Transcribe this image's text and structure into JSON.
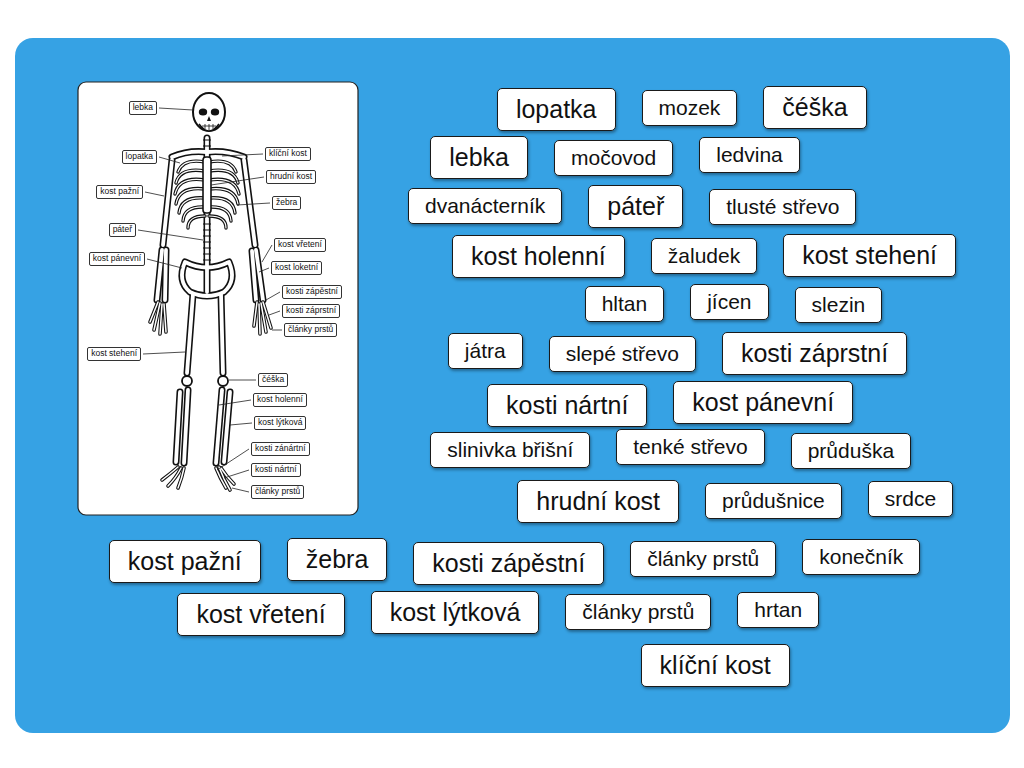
{
  "diagram": {
    "nodes": [
      {
        "text": [
          "lebka"
        ]
      },
      {
        "text": [
          "klíční kost"
        ]
      },
      {
        "text": [
          "lopatka"
        ]
      },
      {
        "text": [
          "hrudní kost"
        ]
      },
      {
        "text": [
          "kost pažní"
        ]
      },
      {
        "text": [
          "žebra"
        ]
      },
      {
        "text": [
          "páteř"
        ]
      },
      {
        "text": [
          "kost vřetení"
        ]
      },
      {
        "text": [
          "kost pánevní"
        ]
      },
      {
        "text": [
          "kost loketní"
        ]
      },
      {
        "text": [
          "kosti zápěstní"
        ]
      },
      {
        "text": [
          "kosti záprstní"
        ]
      },
      {
        "text": [
          "články prstů"
        ]
      },
      {
        "text": [
          "kost stehení"
        ]
      },
      {
        "text": [
          "čéška"
        ]
      },
      {
        "text": [
          "kost holenní"
        ]
      },
      {
        "text": [
          "kost lýtková"
        ]
      },
      {
        "text": [
          "kosti zánártní"
        ]
      },
      {
        "text": [
          "kosti nártní"
        ]
      },
      {
        "text": [
          "články prstů"
        ]
      },
      {
        "text": [
          "lopatka"
        ]
      },
      {
        "text": [
          "mozek"
        ]
      },
      {
        "text": [
          "čéška"
        ]
      },
      {
        "text": [
          "lebka"
        ]
      },
      {
        "text": [
          "močovod"
        ]
      },
      {
        "text": [
          "ledvina"
        ]
      },
      {
        "text": [
          "dvanácterník"
        ]
      },
      {
        "text": [
          "páteř"
        ]
      },
      {
        "text": [
          "tlusté střevo"
        ]
      },
      {
        "text": [
          "kost holenní"
        ]
      },
      {
        "text": [
          "žaludek"
        ]
      },
      {
        "text": [
          "kost stehení"
        ]
      },
      {
        "text": [
          "hltan"
        ]
      },
      {
        "text": [
          "jícen"
        ]
      },
      {
        "text": [
          "slezin"
        ]
      },
      {
        "text": [
          "játra"
        ]
      },
      {
        "text": [
          "slepé střevo"
        ]
      },
      {
        "text": [
          "kosti záprstní"
        ]
      },
      {
        "text": [
          "kosti nártní"
        ]
      },
      {
        "text": [
          "kost pánevní"
        ]
      },
      {
        "text": [
          "slinivka břišní"
        ]
      },
      {
        "text": [
          "tenké střevo"
        ]
      },
      {
        "text": [
          "průduška"
        ]
      },
      {
        "text": [
          "hrudní kost"
        ]
      },
      {
        "text": [
          "průdušnice"
        ]
      },
      {
        "text": [
          "srdce"
        ]
      },
      {
        "text": [
          "kost pažní"
        ]
      },
      {
        "text": [
          "žebra"
        ]
      },
      {
        "text": [
          "kosti zápěstní"
        ]
      },
      {
        "text": [
          "články prstů"
        ]
      },
      {
        "text": [
          "konečník"
        ]
      },
      {
        "text": [
          "kost vřetení"
        ]
      },
      {
        "text": [
          "kost lýtková"
        ]
      },
      {
        "text": [
          "články prstů"
        ]
      },
      {
        "text": [
          "hrtan"
        ]
      },
      {
        "text": [
          "klíční kost"
        ]
      }
    ]
  }
}
